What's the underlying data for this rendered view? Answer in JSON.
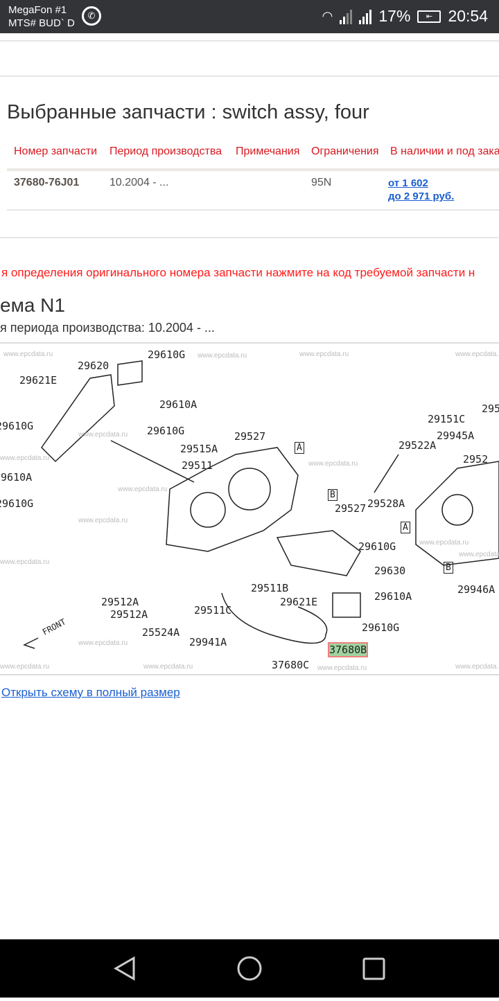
{
  "status_bar": {
    "carrier1": "MegaFon #1",
    "carrier2": "MTS# BUD` D",
    "battery": "17%",
    "time": "20:54",
    "icons": [
      "whatsapp-icon",
      "wifi-icon",
      "signal-icon",
      "signal-icon",
      "battery-charging-icon"
    ]
  },
  "page": {
    "title": "Выбранные запчасти : switch assy, four",
    "table": {
      "headers": [
        "Номер запчасти",
        "Период производства",
        "Примечания",
        "Ограничения",
        "В наличии и под зака"
      ],
      "rows": [
        {
          "part_number": "37680-76J01",
          "period": "10.2004 - ...",
          "notes": "",
          "restrictions": "95N",
          "price_from": "от 1 602",
          "price_to": "до 2 971 руб."
        }
      ]
    },
    "instruction": "я определения оригинального номера запчасти нажмите на код требуемой запчасти н",
    "scheme_title": "ема N1",
    "scheme_subtitle": "я периода производства: 10.2004 - ...",
    "open_full": "Открыть схему в полный размер"
  },
  "diagram": {
    "watermark": "www.epcdata.ru",
    "labels": [
      "29610G",
      "29620",
      "29621E",
      "29610A",
      "29610G",
      "29610G",
      "29610A",
      "29610G",
      "29527",
      "A",
      "29515A",
      "29511",
      "B",
      "29527",
      "29610G",
      "29630",
      "29511B",
      "29621E",
      "29610A",
      "29610G",
      "29512A",
      "29512A",
      "29511C",
      "25524A",
      "29941A",
      "37680B",
      "37680C",
      "FRONT",
      "29151C",
      "29945A",
      "29522A",
      "2952",
      "29528A",
      "A",
      "B",
      "29946A",
      "295"
    ],
    "highlight_color": "#9fd39f"
  },
  "nav": {
    "back": "back-icon",
    "home": "home-icon",
    "recents": "recents-icon"
  }
}
